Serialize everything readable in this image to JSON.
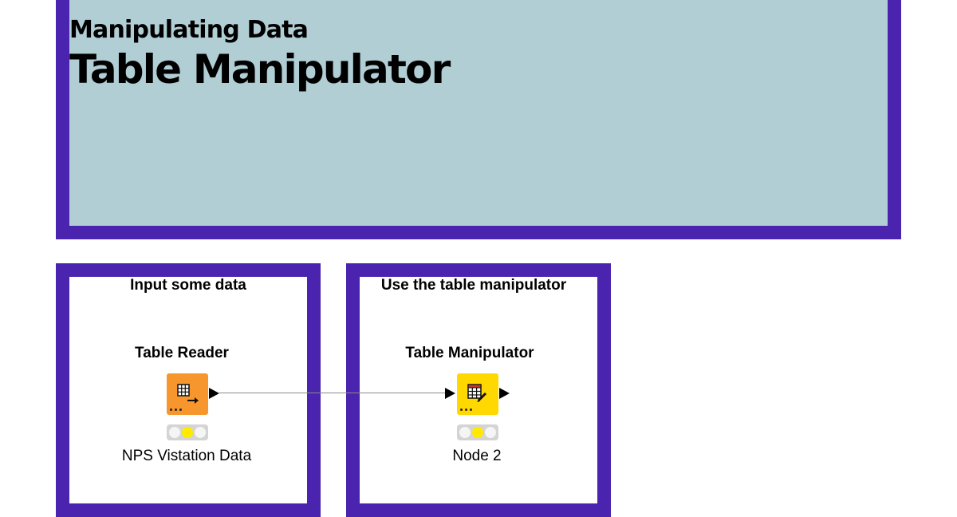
{
  "header": {
    "subtitle": "Manipulating Data",
    "title": "Table Manipulator"
  },
  "annotations": [
    {
      "label": "Input some data"
    },
    {
      "label": "Use the table manipulator"
    }
  ],
  "nodes": [
    {
      "title": "Table Reader",
      "label": "NPS Vistation Data",
      "icon": "table-reader-icon",
      "color": "#f7962d",
      "status": "yellow"
    },
    {
      "title": "Table Manipulator",
      "label": "Node 2",
      "icon": "table-manipulator-icon",
      "color": "#ffd800",
      "status": "yellow"
    }
  ],
  "colors": {
    "annotation_border": "#4a24ae",
    "header_background": "#b1ced5",
    "status_light_on": "#ffea00",
    "status_light_off": "#f5f5f5"
  }
}
